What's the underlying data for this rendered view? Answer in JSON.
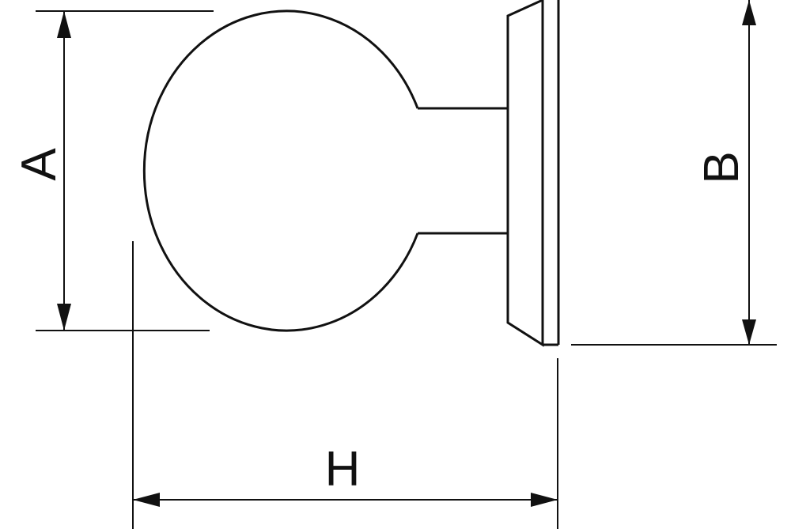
{
  "diagram": {
    "labels": {
      "a": "A",
      "b": "B",
      "h": "H"
    },
    "colors": {
      "line": "#111111",
      "background": "#ffffff"
    }
  }
}
